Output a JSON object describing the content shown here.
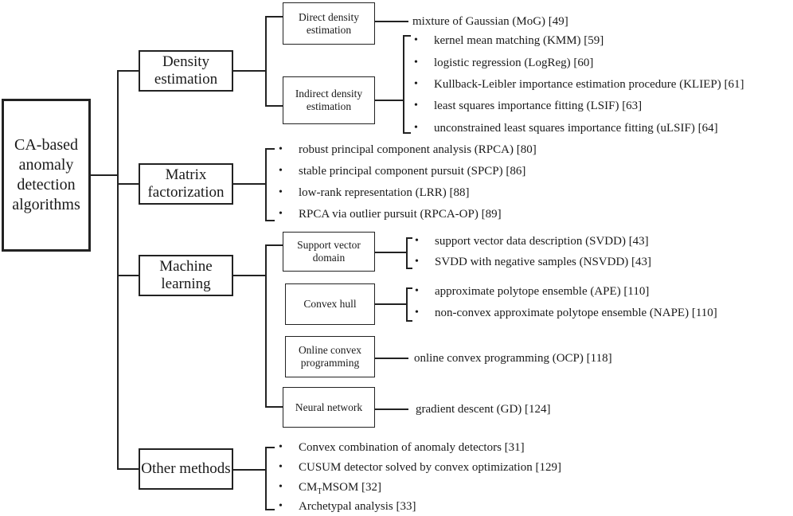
{
  "root": {
    "label": "CA-based anomaly detection algorithms"
  },
  "categories": [
    {
      "label": "Density estimation"
    },
    {
      "label": "Matrix factorization"
    },
    {
      "label": "Machine learning"
    },
    {
      "label": "Other methods"
    }
  ],
  "density": {
    "direct": {
      "label": "Direct density estimation",
      "item": "mixture of Gaussian (MoG)   [49]"
    },
    "indirect": {
      "label": "Indirect density estimation",
      "items": [
        "kernel mean matching (KMM)   [59]",
        "logistic regression (LogReg)   [60]",
        "Kullback-Leibler importance estimation procedure (KLIEP)   [61]",
        "least squares importance fitting (LSIF)   [63]",
        "unconstrained least squares importance fitting (uLSIF)   [64]"
      ]
    }
  },
  "matrix": {
    "items": [
      "robust principal component analysis (RPCA)   [80]",
      "stable principal component pursuit (SPCP)   [86]",
      "low-rank representation (LRR)   [88]",
      "RPCA via outlier pursuit (RPCA-OP)   [89]"
    ]
  },
  "ml": {
    "svd": {
      "label": "Support vector domain",
      "items": [
        "support vector data description (SVDD)   [43]",
        "SVDD with negative samples (NSVDD)   [43]"
      ]
    },
    "hull": {
      "label": "Convex hull",
      "items": [
        "approximate polytope ensemble (APE)   [110]",
        "non-convex approximate polytope ensemble (NAPE)   [110]"
      ]
    },
    "ocp": {
      "label": "Online convex programming",
      "item": "online convex programming (OCP)   [118]"
    },
    "nn": {
      "label": "Neural network",
      "item": "gradient descent (GD)   [124]"
    }
  },
  "other": {
    "items": [
      "Convex combination of anomaly detectors   [31]",
      "CUSUM detector solved by convex optimization   [129]",
      {
        "pre": "CM",
        "sub": "T",
        "post": "MSOM   [32]"
      },
      "Archetypal analysis   [33]"
    ]
  },
  "bullet": "•"
}
